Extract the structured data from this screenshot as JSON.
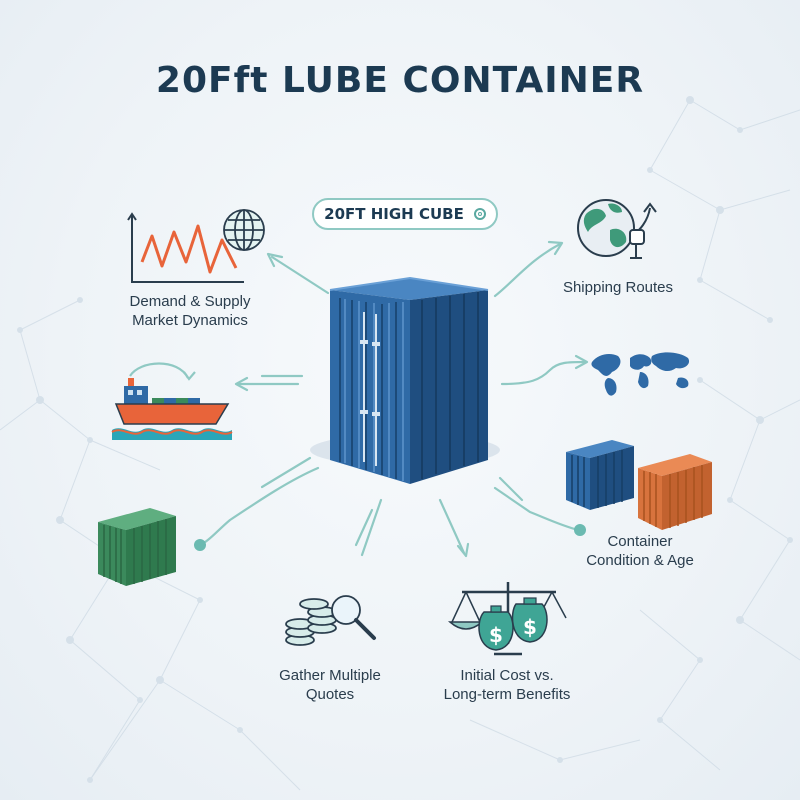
{
  "title": "20Fft LUBE CONTAINER",
  "badge": {
    "label": "20FT HIGH CUBE"
  },
  "nodes": {
    "demand": {
      "line1": "Demand & Supply",
      "line2": "Market Dynamics"
    },
    "shipping_routes": {
      "label": "Shipping Routes"
    },
    "condition": {
      "line1": "Container",
      "line2": "Condition & Age"
    },
    "quotes": {
      "line1": "Gather Multiple",
      "line2": "Quotes"
    },
    "cost": {
      "line1": "Initial Cost vs.",
      "line2": "Long-term Benefits"
    }
  },
  "icons": {
    "center": "shipping-container-icon",
    "demand": "wave-chart-icon",
    "globe": "globe-icon",
    "shipping": "globe-route-icon",
    "map": "world-map-icon",
    "ship": "cargo-ship-icon",
    "green_container": "green-container-icon",
    "condition": "container-pair-icon",
    "quotes": "coins-magnifier-icon",
    "cost": "balance-scale-icon"
  },
  "colors": {
    "title": "#1c3a52",
    "accent": "#8fc9c3",
    "container_blue": "#2f6aa6",
    "container_orange": "#d8733d",
    "container_green": "#3b8a5c",
    "chart_red": "#e8643a"
  }
}
